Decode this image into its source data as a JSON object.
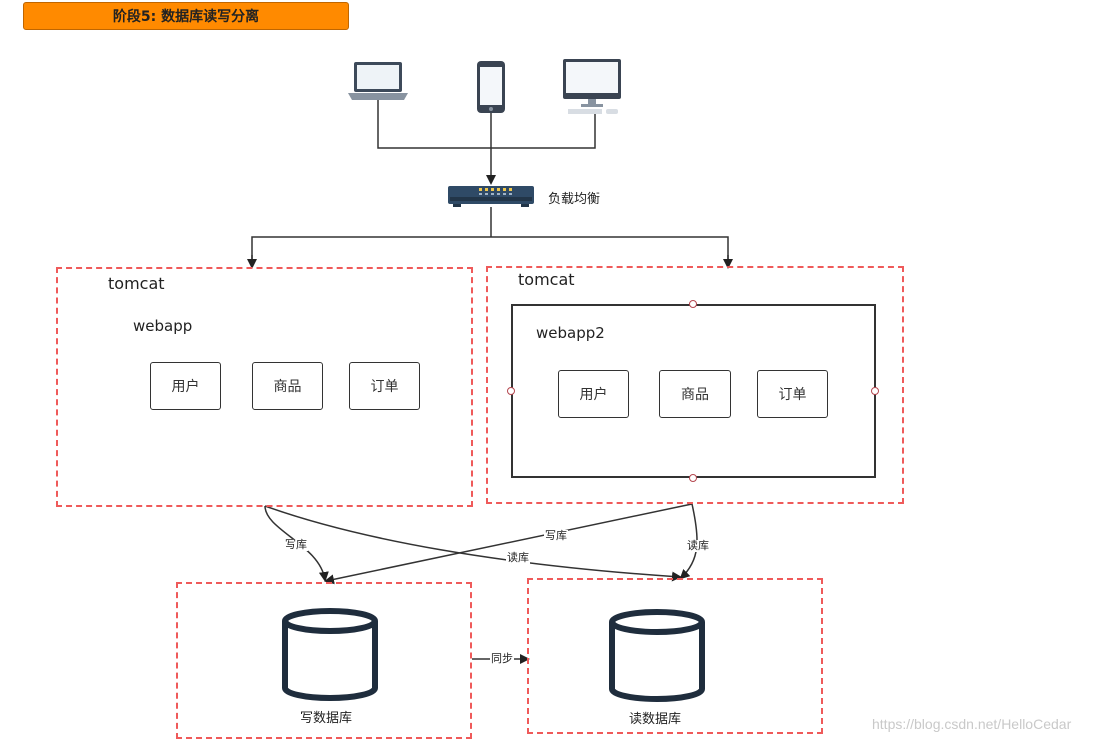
{
  "title": "阶段5: 数据库读写分离",
  "devices": [
    "laptop-icon",
    "phone-icon",
    "desktop-icon"
  ],
  "load_balancer": {
    "label": "负载均衡",
    "icon": "switch-icon"
  },
  "left_server": {
    "container": "tomcat",
    "app": "webapp",
    "modules": [
      "用户",
      "商品",
      "订单"
    ]
  },
  "right_server": {
    "container": "tomcat",
    "app": "webapp2",
    "modules": [
      "用户",
      "商品",
      "订单"
    ]
  },
  "edges": {
    "write_left": "写库",
    "write_right": "写库",
    "read_left": "读库",
    "read_right": "读库",
    "sync": "同步"
  },
  "databases": {
    "write": "写数据库",
    "read": "读数据库"
  },
  "watermark": "https://blog.csdn.net/HelloCedar",
  "colors": {
    "title_bg": "#ff8a00",
    "dashed_border": "#ef5a5a",
    "db_stroke": "#1f2d3d"
  }
}
